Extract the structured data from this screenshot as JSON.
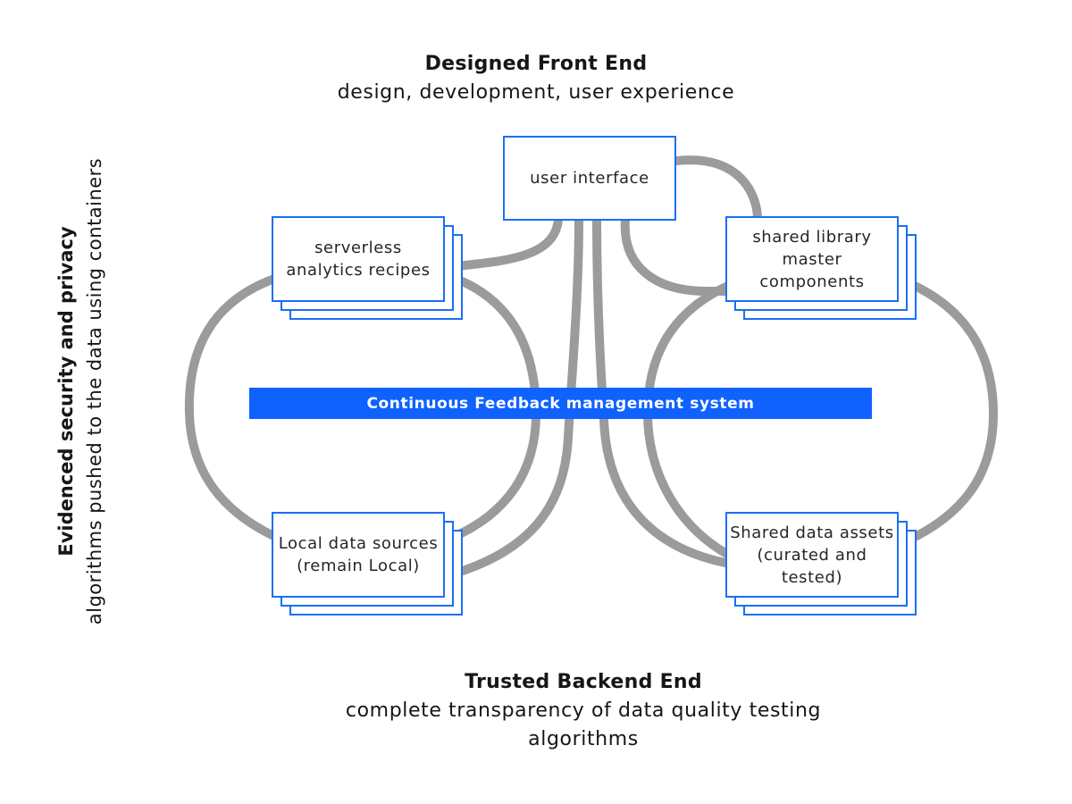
{
  "diagram": {
    "top_heading": {
      "title": "Designed Front End",
      "subtitle": "design, development, user experience"
    },
    "bottom_heading": {
      "title": "Trusted Backend End",
      "subtitle": "complete transparency of data quality testing algorithms"
    },
    "side_heading": {
      "title": "Evidenced security and privacy",
      "subtitle": "algorithms pushed to the data using containers"
    },
    "nodes": {
      "user_interface": "user interface",
      "serverless_recipes": "serverless\nanalytics recipes",
      "shared_library": "shared library\nmaster\ncomponents",
      "local_data": "Local data sources\n(remain Local)",
      "shared_data": "Shared data assets\n(curated and\ntested)"
    },
    "feedback_bar": "Continuous Feedback management system"
  },
  "colors": {
    "accent": "#0f62fe",
    "box_border": "#1a6ff5",
    "connector": "#9b9b9b",
    "text": "#161616"
  }
}
